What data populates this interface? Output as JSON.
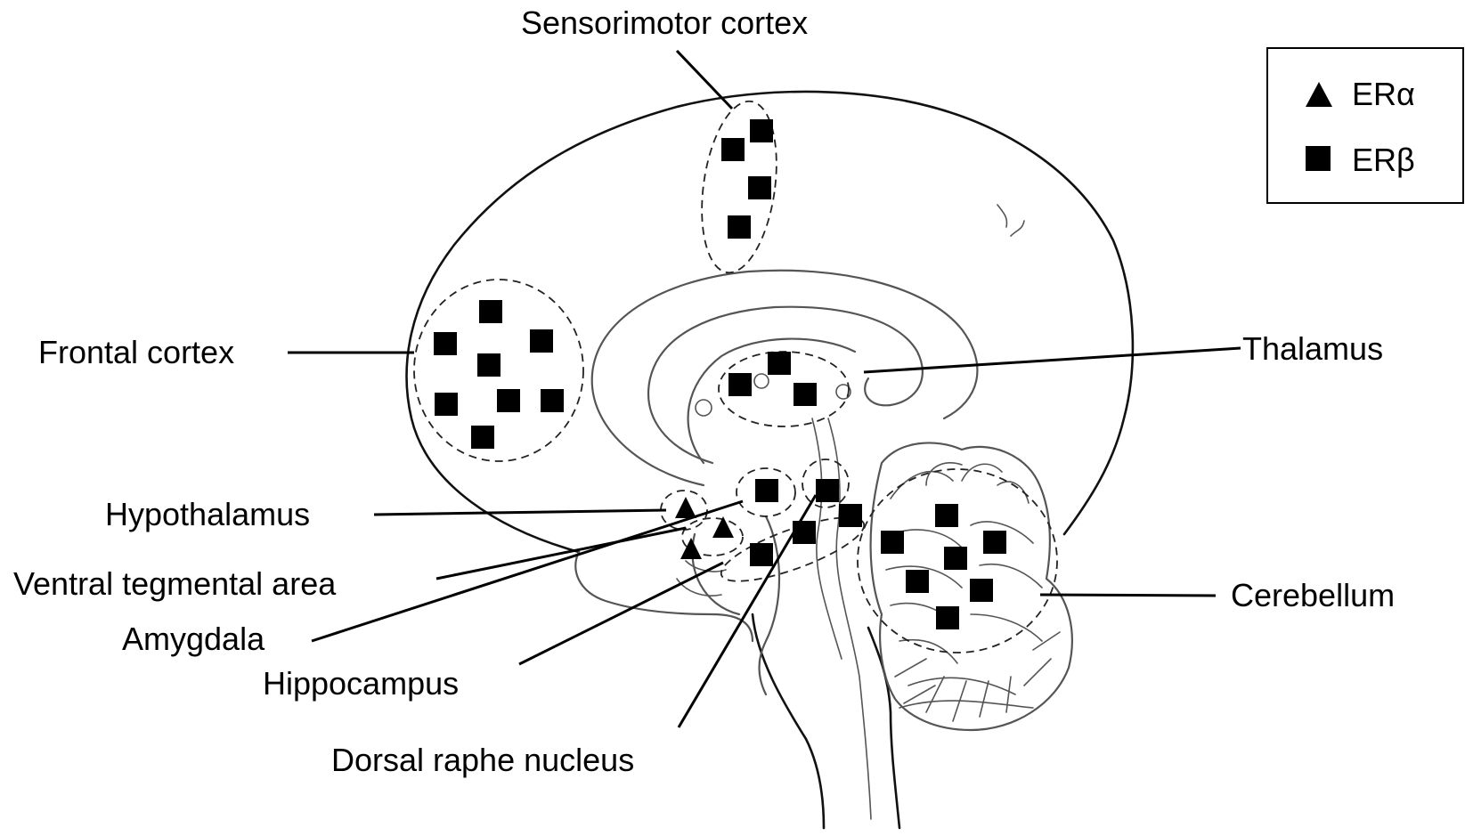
{
  "labels": {
    "sensorimotor_cortex": "Sensorimotor cortex",
    "frontal_cortex": "Frontal cortex",
    "thalamus": "Thalamus",
    "hypothalamus": "Hypothalamus",
    "ventral_tegmental_area": "Ventral tegmental area",
    "amygdala": "Amygdala",
    "hippocampus": "Hippocampus",
    "dorsal_raphe_nucleus": "Dorsal raphe nucleus",
    "cerebellum": "Cerebellum"
  },
  "legend": {
    "items": [
      {
        "symbol": "triangle",
        "label": "ERα"
      },
      {
        "symbol": "square",
        "label": "ERβ"
      }
    ]
  },
  "colors": {
    "marker": "#000000",
    "outline": "#555555"
  }
}
